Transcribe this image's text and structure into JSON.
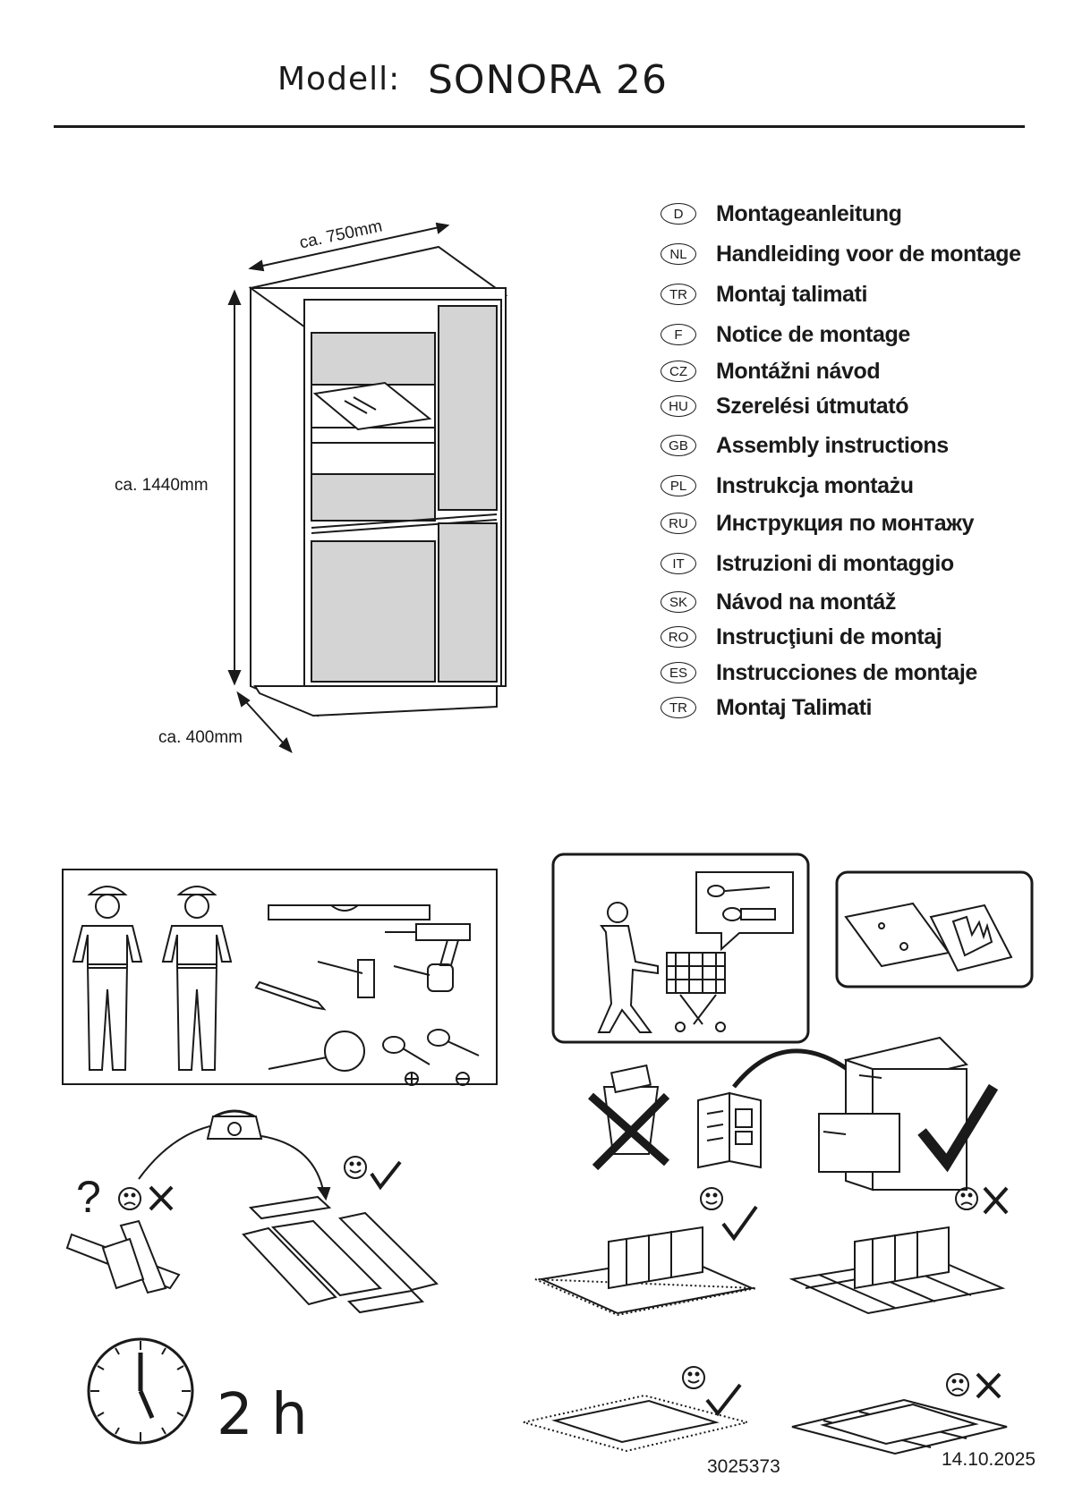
{
  "header": {
    "label": "Modell:",
    "model": "SONORA 26"
  },
  "dimensions": {
    "width": "ca. 750mm",
    "height": "ca. 1440mm",
    "depth": "ca. 400mm"
  },
  "languages": [
    {
      "code": "D",
      "text": "Montageanleitung"
    },
    {
      "code": "NL",
      "text": "Handleiding voor de montage"
    },
    {
      "code": "TR",
      "text": "Montaj talimati"
    },
    {
      "code": "F",
      "text": "Notice de montage"
    },
    {
      "code": "CZ",
      "text": "Montážni návod"
    },
    {
      "code": "HU",
      "text": "Szerelési útmutató"
    },
    {
      "code": "GB",
      "text": "Assembly instructions"
    },
    {
      "code": "PL",
      "text": "Instrukcja montażu"
    },
    {
      "code": "RU",
      "text": "Инструкция по монтажу"
    },
    {
      "code": "IT",
      "text": "Istruzioni di montaggio"
    },
    {
      "code": "SK",
      "text": "Návod na montáž"
    },
    {
      "code": "RO",
      "text": "Instrucţiuni de montaj"
    },
    {
      "code": "ES",
      "text": "Instrucciones de montaje"
    },
    {
      "code": "TR",
      "text": "Montaj Talimati"
    }
  ],
  "assembly_time": "2 h",
  "footer": {
    "number": "3025373",
    "date": "14.10.2025"
  },
  "icons": [
    "two-workers-icon",
    "tools-icon",
    "phone-icon",
    "shopping-cart-icon",
    "screws-icon",
    "clean-hands-icon",
    "trash-cross-icon",
    "manual-to-cabinet-icon",
    "check-icon",
    "cross-icon",
    "smiley-icon",
    "sad-icon",
    "clock-icon"
  ]
}
